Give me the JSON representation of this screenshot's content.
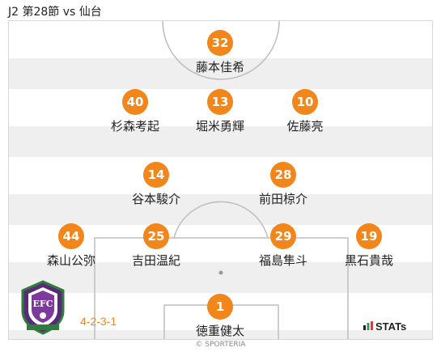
{
  "header": {
    "title": "J2 第28節 vs 仙台"
  },
  "formation": "4-2-3-1",
  "brand": {
    "stats_label": "STATs",
    "credit": "© SPORTERIA"
  },
  "colors": {
    "accent": "#f2861a",
    "stripe": "#efefef"
  },
  "lineup": {
    "gk": {
      "number": "32",
      "name": "藤本佳希"
    },
    "fw": [
      {
        "number": "40",
        "name": "杉森考起"
      },
      {
        "number": "13",
        "name": "堀米勇輝"
      },
      {
        "number": "10",
        "name": "佐藤亮"
      }
    ],
    "mf": [
      {
        "number": "14",
        "name": "谷本駿介"
      },
      {
        "number": "28",
        "name": "前田椋介"
      }
    ],
    "df": [
      {
        "number": "44",
        "name": "森山公弥"
      },
      {
        "number": "25",
        "name": "吉田温紀"
      },
      {
        "number": "29",
        "name": "福島隼斗"
      },
      {
        "number": "19",
        "name": "黒石貴哉"
      }
    ],
    "gk2": {
      "number": "1",
      "name": "徳重健太"
    }
  }
}
